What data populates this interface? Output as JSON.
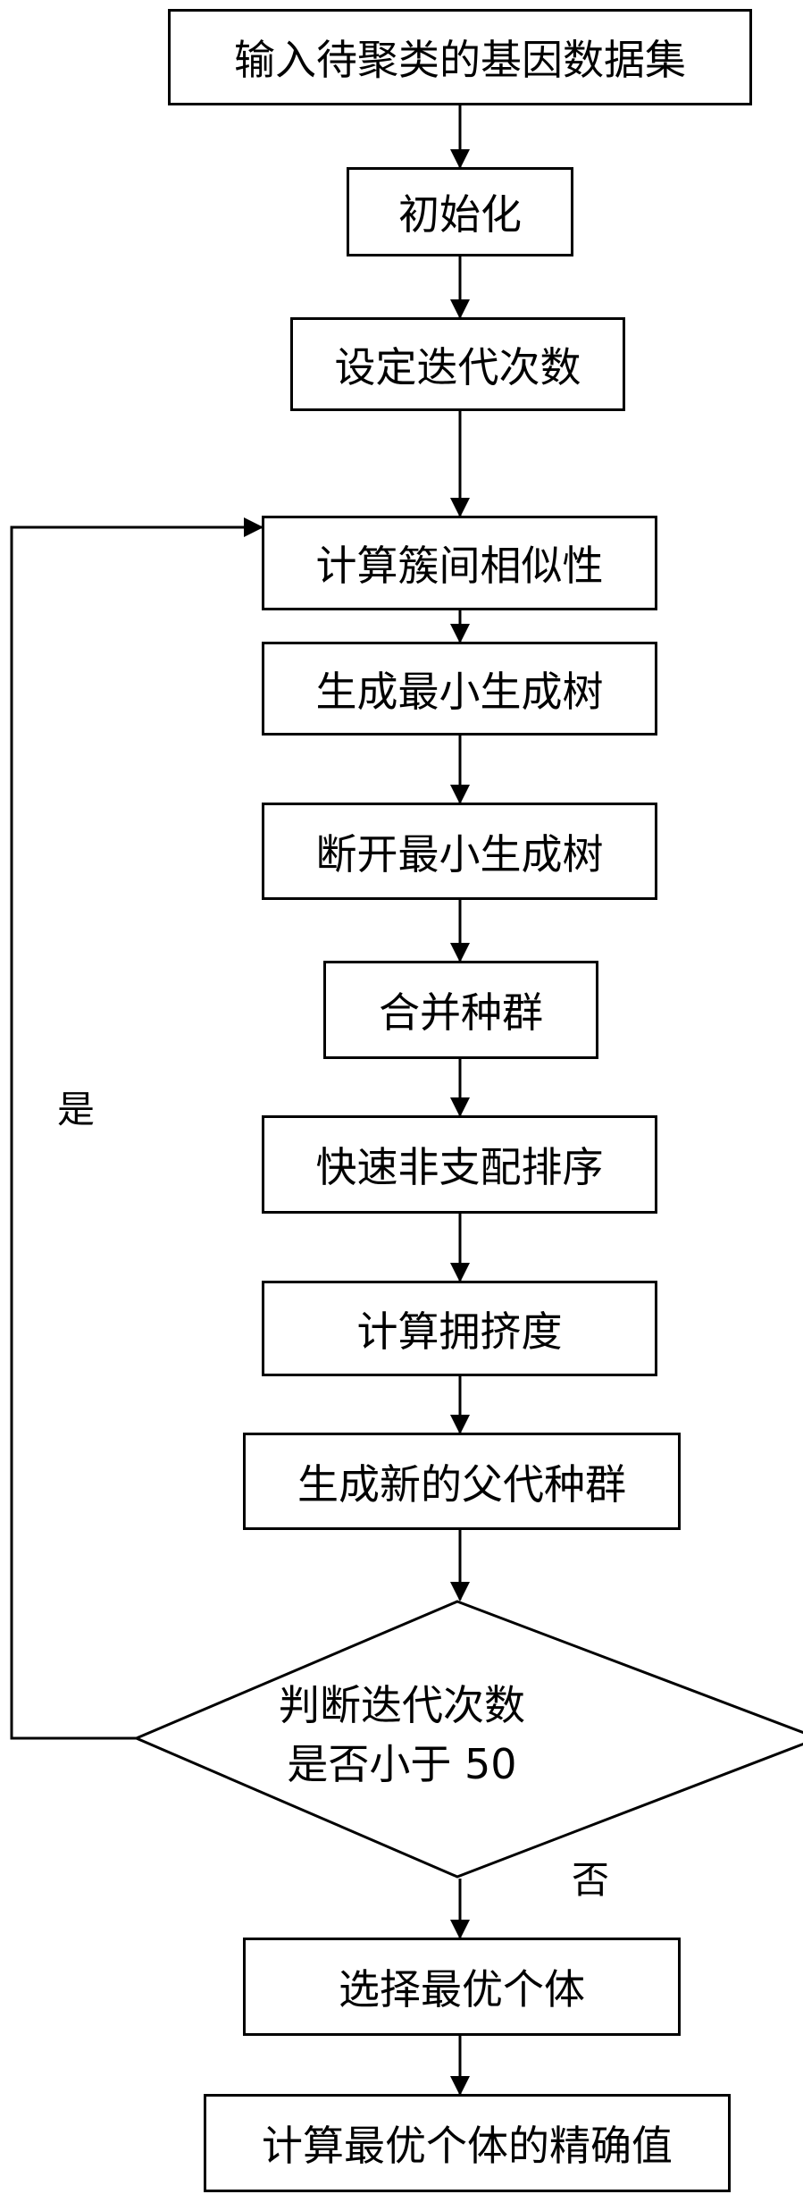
{
  "steps": [
    {
      "id": "input",
      "label": "输入待聚类的基因数据集"
    },
    {
      "id": "init",
      "label": "初始化"
    },
    {
      "id": "set-iterations",
      "label": "设定迭代次数"
    },
    {
      "id": "cluster-similarity",
      "label": "计算簇间相似性"
    },
    {
      "id": "build-mst",
      "label": "生成最小生成树"
    },
    {
      "id": "break-mst",
      "label": "断开最小生成树"
    },
    {
      "id": "merge-population",
      "label": "合并种群"
    },
    {
      "id": "nondominated-sort",
      "label": "快速非支配排序"
    },
    {
      "id": "crowding-distance",
      "label": "计算拥挤度"
    },
    {
      "id": "new-parent-population",
      "label": "生成新的父代种群"
    }
  ],
  "decision": {
    "line1": "判断迭代次数",
    "line2": "是否小于 50"
  },
  "final_steps": [
    {
      "id": "select-best",
      "label": "选择最优个体"
    },
    {
      "id": "compute-accuracy",
      "label": "计算最优个体的精确值"
    }
  ],
  "edge_labels": {
    "yes": "是",
    "no": "否"
  }
}
